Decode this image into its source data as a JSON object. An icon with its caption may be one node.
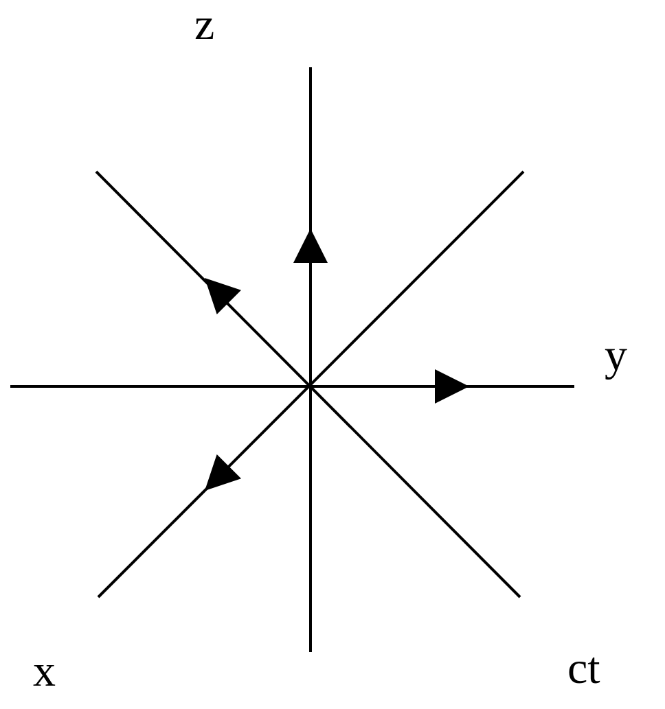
{
  "diagram": {
    "labels": [
      "z",
      "y",
      "x",
      "ct"
    ]
  }
}
